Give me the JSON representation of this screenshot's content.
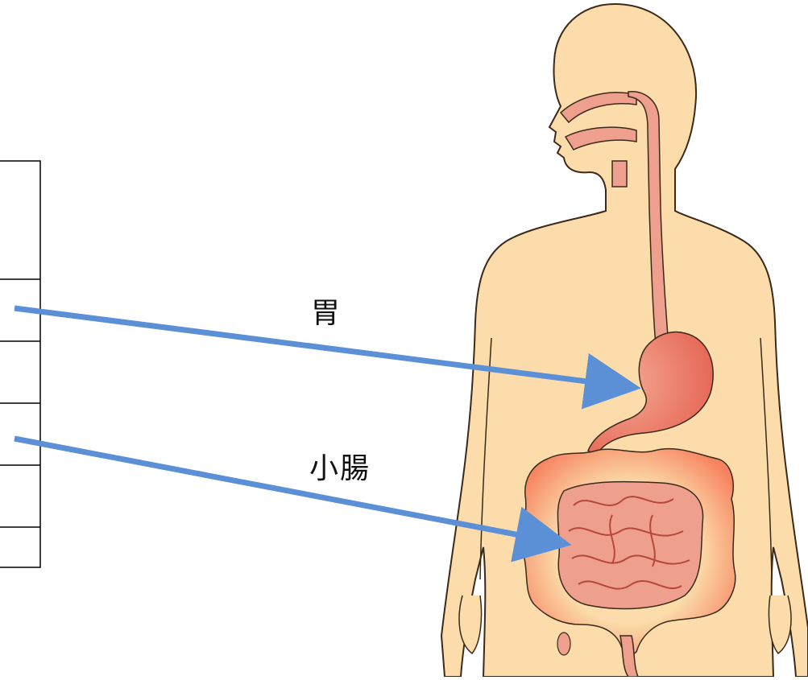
{
  "labels": {
    "stomach": "胃",
    "small_intestine": "小腸"
  },
  "table": {
    "rows": [
      "",
      "",
      "",
      "",
      "",
      ""
    ]
  },
  "colors": {
    "skin": "#fbdcaa",
    "skin_outline": "#3a2a1a",
    "tract": "#ef9f8d",
    "tract_dark": "#e86b5a",
    "colon_glow": "#f6906f",
    "arrow": "#5b8fd6",
    "table_line": "#000000"
  },
  "icons": {
    "body": "human-body-silhouette",
    "arrow": "arrow-right"
  }
}
